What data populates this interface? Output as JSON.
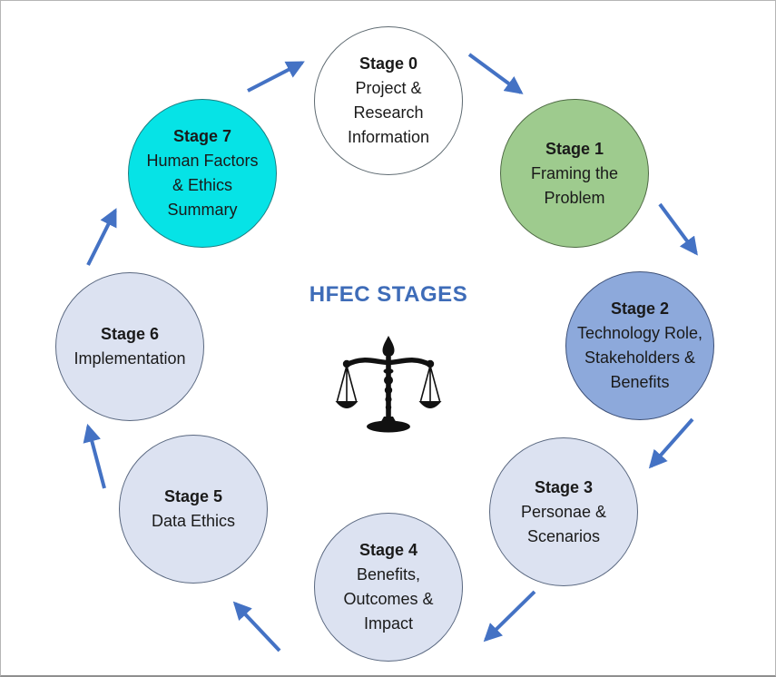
{
  "diagram": {
    "title": "HFEC STAGES",
    "center_icon": "balance-scales"
  },
  "stages": [
    {
      "title": "Stage 0",
      "label": "Project &\nResearch\nInformation",
      "fill": "#FFFFFF"
    },
    {
      "title": "Stage 1",
      "label": "Framing the\nProblem",
      "fill": "#9ECB8E"
    },
    {
      "title": "Stage 2",
      "label": "Technology Role,\nStakeholders &\nBenefits",
      "fill": "#8DA9DB"
    },
    {
      "title": "Stage 3",
      "label": "Personae &\nScenarios",
      "fill": "#DCE2F1"
    },
    {
      "title": "Stage 4",
      "label": "Benefits,\nOutcomes &\nImpact",
      "fill": "#DCE2F1"
    },
    {
      "title": "Stage 5",
      "label": "Data Ethics",
      "fill": "#DCE2F1"
    },
    {
      "title": "Stage 6",
      "label": "Implementation",
      "fill": "#DCE2F1"
    },
    {
      "title": "Stage 7",
      "label": "Human Factors\n& Ethics\nSummary",
      "fill": "#06E3E6"
    }
  ],
  "arrows": [
    {
      "from": "Stage 0",
      "to": "Stage 1"
    },
    {
      "from": "Stage 1",
      "to": "Stage 2"
    },
    {
      "from": "Stage 2",
      "to": "Stage 3"
    },
    {
      "from": "Stage 3",
      "to": "Stage 4"
    },
    {
      "from": "Stage 4",
      "to": "Stage 5"
    },
    {
      "from": "Stage 5",
      "to": "Stage 6"
    },
    {
      "from": "Stage 6",
      "to": "Stage 7"
    },
    {
      "from": "Stage 7",
      "to": "Stage 0"
    }
  ],
  "colors": {
    "arrow": "#4472C4",
    "title": "#3E6CB8",
    "text": "#1A1A1A",
    "icon": "#111111",
    "background": "#FFFFFF",
    "stage_white": "#FFFFFF",
    "stage_green": "#9ECB8E",
    "stage_blue": "#8DA9DB",
    "stage_lavender": "#DCE2F1",
    "stage_cyan": "#06E3E6"
  }
}
